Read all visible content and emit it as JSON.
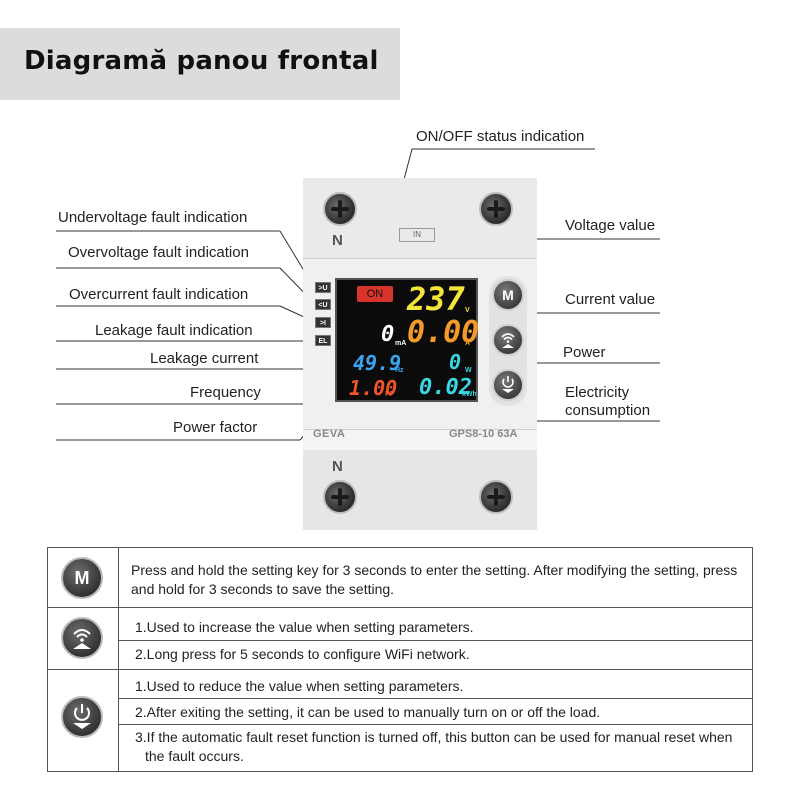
{
  "title": "Diagramă panou frontal",
  "callouts": {
    "on_off": "ON/OFF status indication",
    "undervoltage": "Undervoltage fault indication",
    "overvoltage": "Overvoltage fault indication",
    "overcurrent": "Overcurrent fault indication",
    "leakage_fault": "Leakage fault indication",
    "leakage_current": "Leakage current",
    "frequency": "Frequency",
    "power_factor": "Power factor",
    "voltage": "Voltage value",
    "current": "Current value",
    "power": "Power",
    "electricity": "Electricity consumption"
  },
  "device": {
    "terminal_top": "N",
    "terminal_bottom": "N",
    "in_tag": "IN",
    "brand": "GEVA",
    "model": "GPS8-10 63A",
    "indicators": [
      ">U",
      "<U",
      ">I",
      "EL"
    ],
    "screen": {
      "status": "ON",
      "voltage": "237",
      "voltage_unit": "V",
      "current": "0.00",
      "current_unit": "A",
      "leakage": "0",
      "leakage_unit": "mA",
      "frequency": "49.9",
      "frequency_unit": "Hz",
      "power": "0",
      "power_unit": "W",
      "power_factor": "1.00",
      "power_factor_unit": "PF",
      "energy": "0.02",
      "energy_unit": "kWh"
    },
    "buttons": [
      "M",
      "up",
      "power"
    ]
  },
  "table": {
    "rows": [
      {
        "icon": "m-setting-icon",
        "icon_glyph": "M",
        "lines": [
          "Press and hold the setting key for 3 seconds to enter the setting. After modifying the setting, press and hold for 3 seconds to save the setting."
        ]
      },
      {
        "icon": "wifi-up-icon",
        "lines": [
          "1.Used to increase the value when setting parameters.",
          "2.Long press for 5 seconds to configure WiFi network."
        ]
      },
      {
        "icon": "power-down-icon",
        "lines": [
          "1.Used  to reduce the value when setting parameters.",
          "2.After exiting the setting, it can be used to manually turn on or off the load.",
          "3.If the automatic fault reset function is turned off, this button can be used for manual reset when the fault occurs."
        ]
      }
    ]
  },
  "colors": {
    "voltage": "#f3e53a",
    "current": "#f39a2a",
    "frequency": "#3aa6f3",
    "power_factor": "#f3552a",
    "energy": "#3ad7e3",
    "white_digits": "#ffffff",
    "on_badge": "#d9342b"
  }
}
